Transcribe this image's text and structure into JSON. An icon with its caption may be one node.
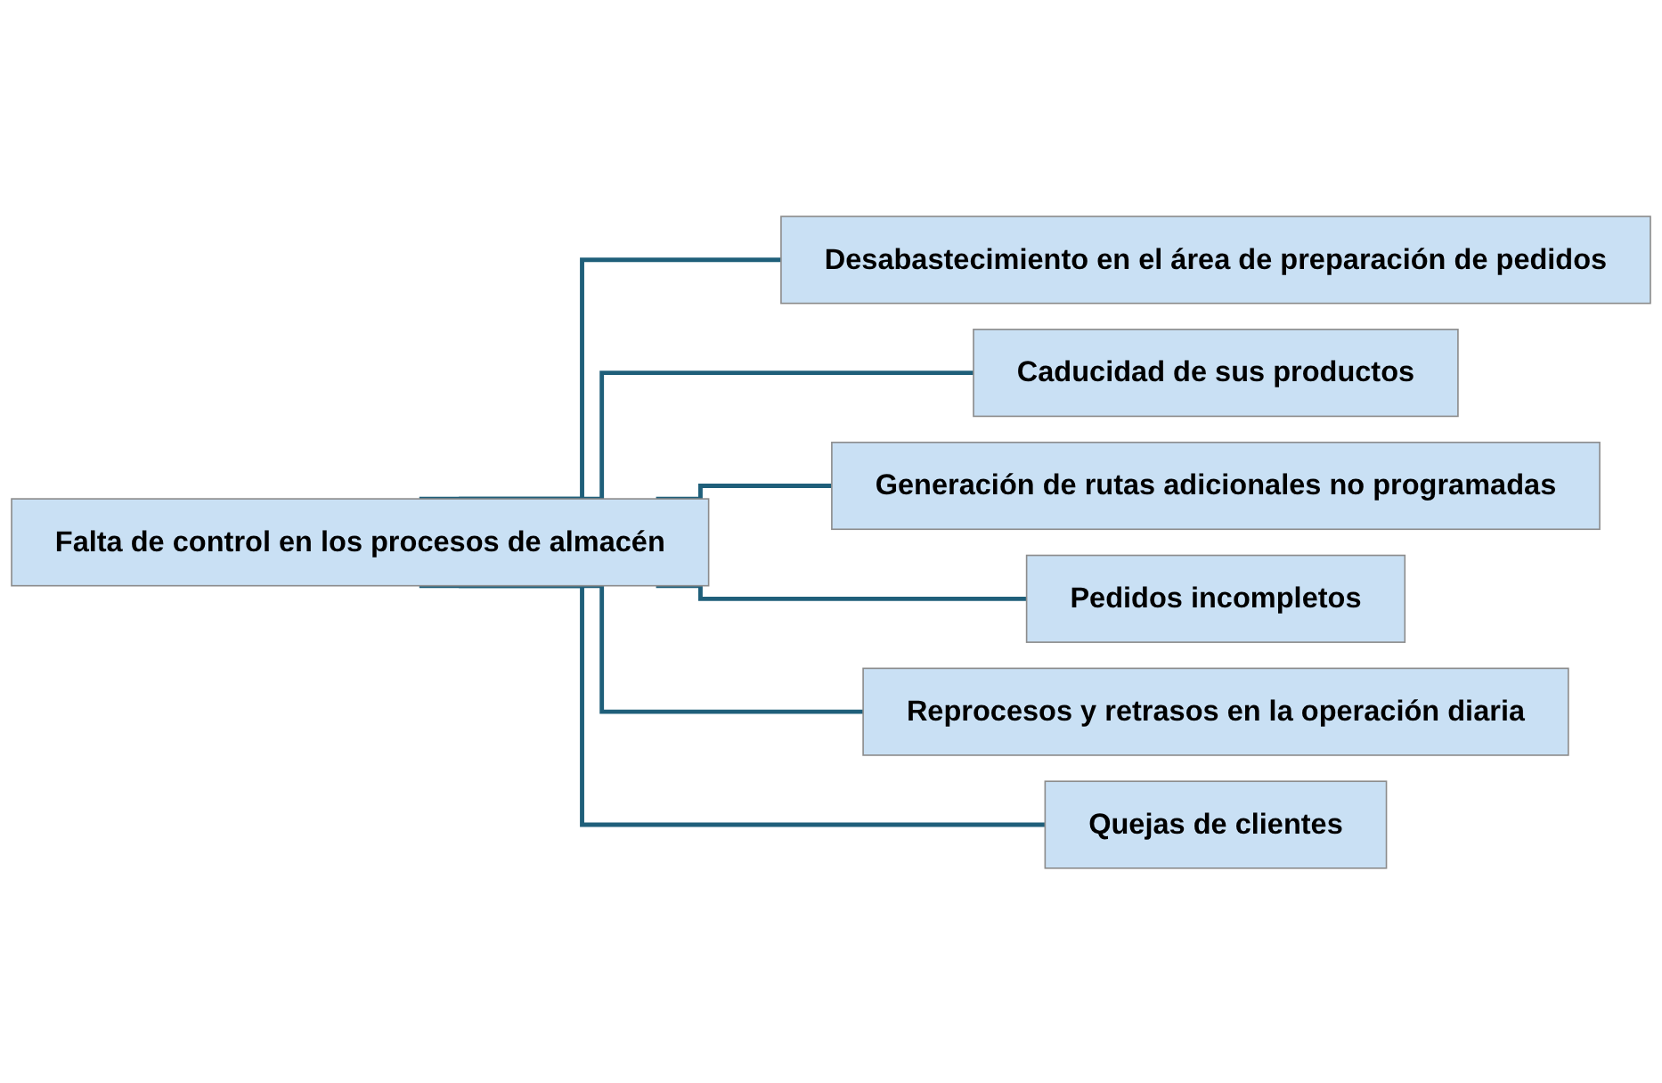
{
  "diagram": {
    "nodes": [
      {
        "text": [
          "Falta de control en los procesos de almacén"
        ]
      },
      {
        "text": [
          "Desabastecimiento en el área de preparación de pedidos"
        ]
      },
      {
        "text": [
          "Caducidad de sus productos"
        ]
      },
      {
        "text": [
          "Generación de rutas adicionales no programadas"
        ]
      },
      {
        "text": [
          "Pedidos incompletos"
        ]
      },
      {
        "text": [
          "Reprocesos y retrasos en la operación diaria"
        ]
      },
      {
        "text": [
          "Quejas de clientes"
        ]
      }
    ],
    "edges": [
      {
        "from": 0,
        "to": 1,
        "arrow": "none"
      },
      {
        "from": 0,
        "to": 2,
        "arrow": "none"
      },
      {
        "from": 0,
        "to": 3,
        "arrow": "none"
      },
      {
        "from": 0,
        "to": 4,
        "arrow": "none"
      },
      {
        "from": 0,
        "to": 5,
        "arrow": "none"
      },
      {
        "from": 0,
        "to": 6,
        "arrow": "none"
      }
    ]
  }
}
